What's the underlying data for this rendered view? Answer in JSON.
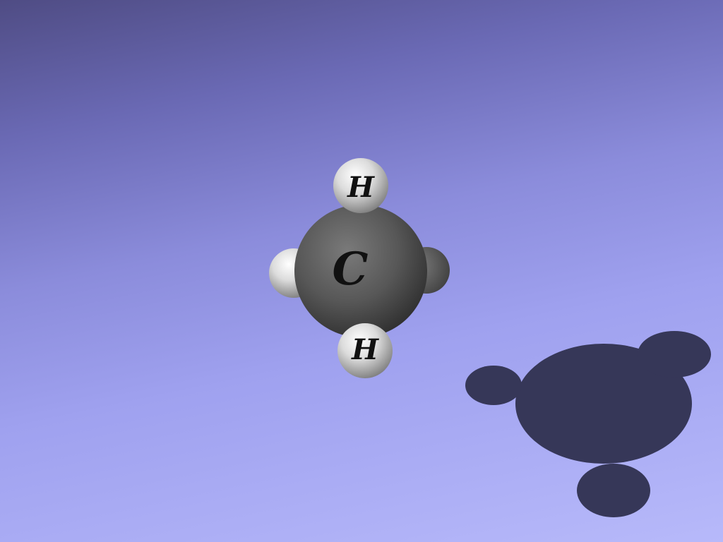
{
  "molecule": {
    "atoms": [
      {
        "element": "C",
        "label": "C",
        "color": "#555555"
      },
      {
        "element": "H",
        "label": "H",
        "color": "#dcdcdc"
      },
      {
        "element": "H",
        "label": "H",
        "color": "#dcdcdc"
      },
      {
        "element": "H",
        "label": "",
        "color": "#dcdcdc"
      },
      {
        "element": "H",
        "label": "",
        "color": "#dcdcdc"
      }
    ]
  },
  "colors": {
    "background_top": "#4f4c84",
    "background_bottom": "#b7b9fa",
    "shadow": "#363758"
  }
}
